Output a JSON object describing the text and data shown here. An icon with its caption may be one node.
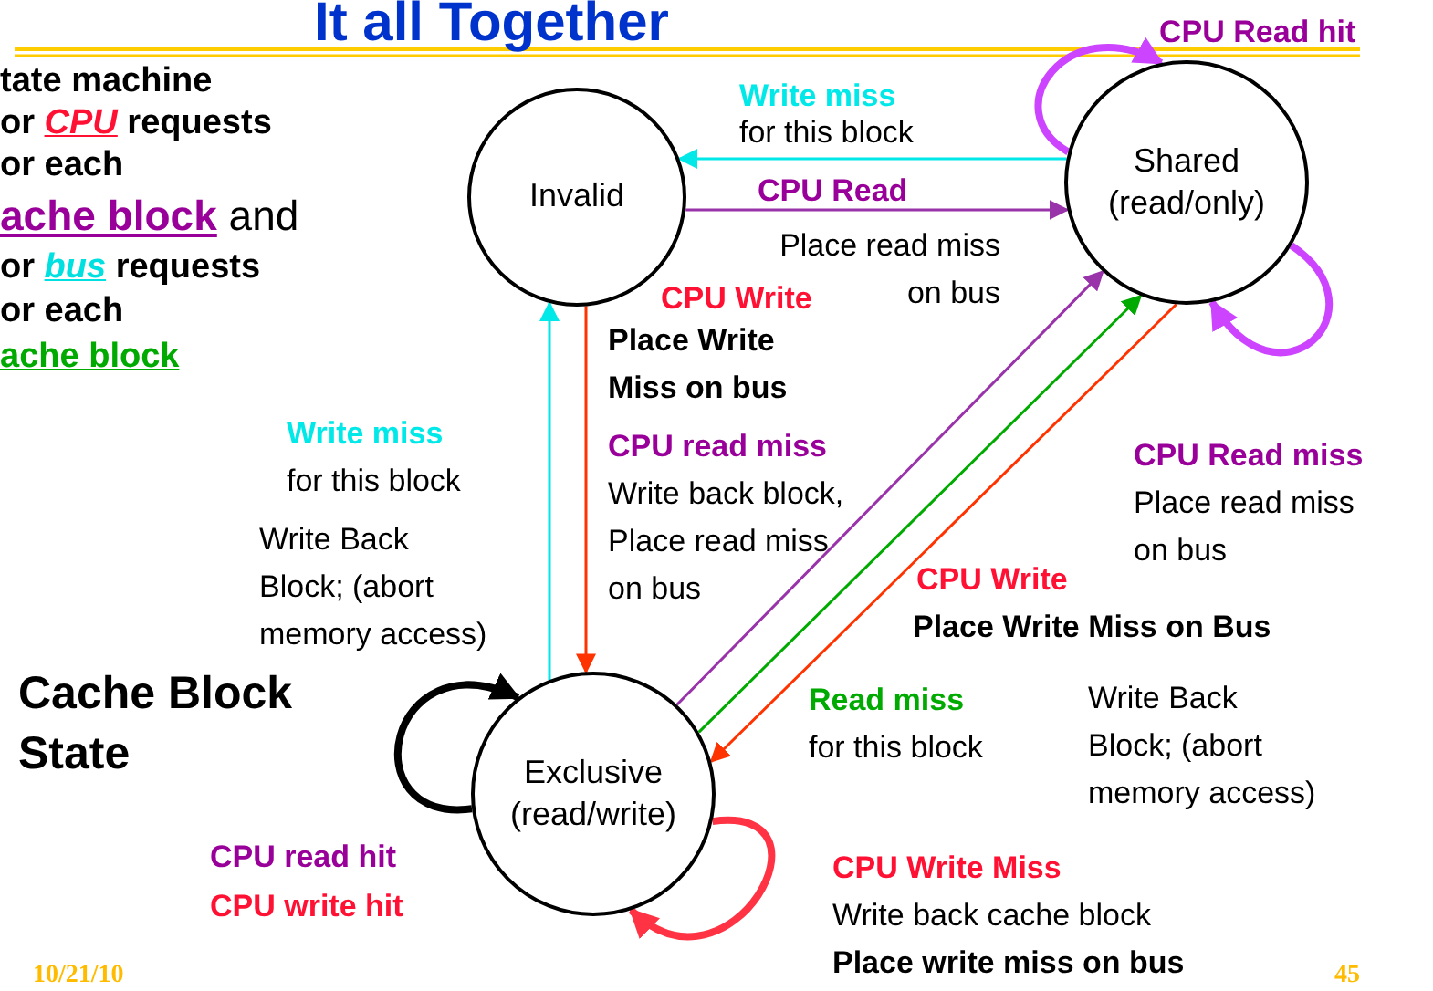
{
  "diagram": {
    "title": "It all Together",
    "nodes": [
      {
        "text": [
          "Invalid"
        ]
      },
      {
        "text": [
          "Shared (read/only)"
        ]
      },
      {
        "text": [
          "Exclusive (read/write)"
        ]
      }
    ],
    "edges": [
      {
        "from": 1,
        "to": 0,
        "arrow": "to",
        "color": "#00e8e8"
      },
      {
        "from": 0,
        "to": 1,
        "arrow": "to",
        "color": "#9933aa"
      },
      {
        "from": 1,
        "to": 1,
        "arrow": "to",
        "style": "thick",
        "color": "#cc44ff"
      },
      {
        "from": 1,
        "to": 1,
        "arrow": "to",
        "style": "thick",
        "color": "#cc44ff"
      },
      {
        "from": 2,
        "to": 0,
        "arrow": "to",
        "color": "#00e8e8"
      },
      {
        "from": 0,
        "to": 2,
        "arrow": "to",
        "color": "#ff3300"
      },
      {
        "from": 2,
        "to": 1,
        "arrow": "to",
        "color": "#9933aa"
      },
      {
        "from": 2,
        "to": 1,
        "arrow": "to",
        "color": "#00aa00"
      },
      {
        "from": 1,
        "to": 2,
        "arrow": "to",
        "color": "#ff3300"
      },
      {
        "from": 2,
        "to": 2,
        "arrow": "to",
        "style": "thick",
        "color": "#000000"
      },
      {
        "from": 2,
        "to": 2,
        "arrow": "to",
        "style": "thick",
        "color": "#ff3344"
      }
    ],
    "labels": [
      "tate machine",
      "or *CPU* requests",
      "or each",
      "**ache block** and",
      "or *bus* requests",
      "or each",
      "ache block",
      "Write miss",
      "for this block",
      "CPU Read",
      "Place read miss on bus",
      "CPU Read hit",
      "CPU Write",
      "Place Write Miss on bus",
      "Write miss",
      "for this block",
      "Write Back Block; (abort memory access)",
      "CPU read miss",
      "Write back block, Place read miss on bus",
      "CPU Read miss",
      "Place read miss on bus",
      "CPU Write",
      "Place Write Miss on Bus",
      "Cache Block State",
      "Read miss",
      "for this block",
      "Write Back Block; (abort memory access)",
      "CPU read hit",
      "CPU write hit",
      "CPU Write Miss",
      "Write back cache block",
      "Place write miss on bus",
      "10/21/10",
      "45"
    ]
  }
}
